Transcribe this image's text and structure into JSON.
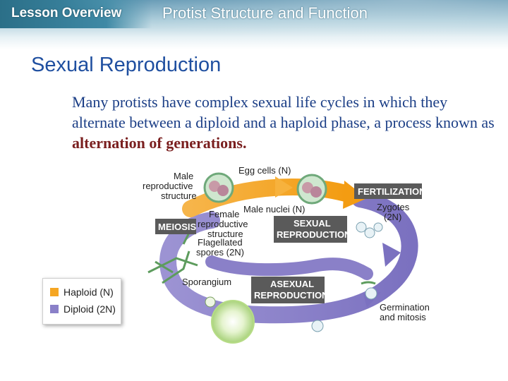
{
  "header": {
    "lesson_label": "Lesson Overview",
    "topic": "Protist Structure and Function"
  },
  "heading": "Sexual Reproduction",
  "body": {
    "text_before": "Many protists have complex sexual life cycles in which they alternate between a diploid and a haploid phase, a process known as ",
    "emphasis": "alternation of generations."
  },
  "diagram": {
    "labels": {
      "male_structure": [
        "Male",
        "reproductive",
        "structure"
      ],
      "egg_cells": "Egg cells (N)",
      "fertilization": "FERTILIZATION",
      "zygotes": [
        "Zygotes",
        "(2N)"
      ],
      "female_structure": [
        "Female",
        "reproductive",
        "structure"
      ],
      "male_nuclei": "Male nuclei (N)",
      "meiosis": "MEIOSIS",
      "sexual_reproduction": [
        "SEXUAL",
        "REPRODUCTION"
      ],
      "flagellated_spores": [
        "Flagellated",
        "spores (2N)"
      ],
      "sporangium": "Sporangium",
      "asexual_reproduction": [
        "ASEXUAL",
        "REPRODUCTION"
      ],
      "germination": [
        "Germination",
        "and mitosis"
      ]
    },
    "colors": {
      "haploid": "#f5a623",
      "diploid": "#8a80c8",
      "box": "#5a5a5a"
    }
  },
  "legend": {
    "items": [
      {
        "label": "Haploid (N)",
        "color": "#f5a623"
      },
      {
        "label": "Diploid (2N)",
        "color": "#8a80c8"
      }
    ]
  }
}
